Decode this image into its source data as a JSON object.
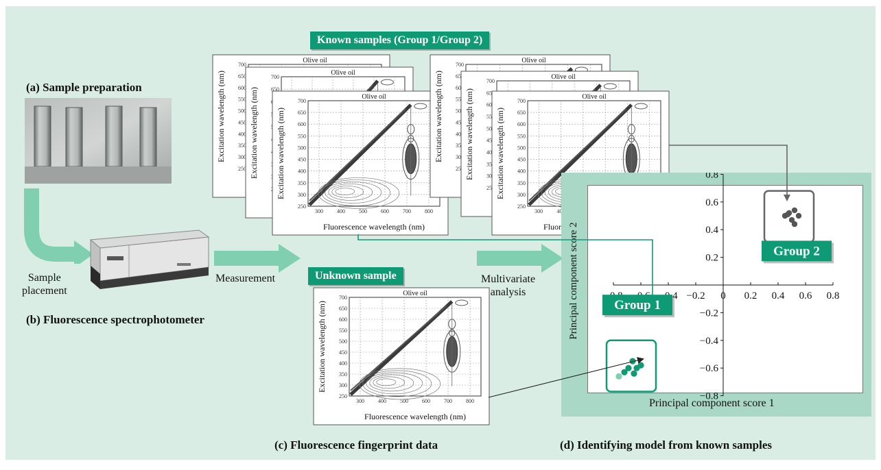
{
  "colors": {
    "background": "#d9ede4",
    "accent": "#0f9a76",
    "arrow_green": "#7fcfb0",
    "model_panel": "#a9d9c6",
    "group2_points": "#555555",
    "group1_points": "#0f9a76"
  },
  "labels": {
    "sample_preparation": "(a) Sample preparation",
    "sample_placement": "Sample\nplacement",
    "spectrophotometer": "(b) Fluorescence spectrophotometer",
    "measurement": "Measurement",
    "known_samples": "Known samples (Group 1/Group 2)",
    "unknown_sample": "Unknown sample",
    "multivariate_analysis": "Multivariate\nanalysis",
    "fingerprint_data": "(c) Fluorescence fingerprint data",
    "identifying_model": "(d) Identifying model from known samples"
  },
  "fingerprint_plot": {
    "title": "Olive oil",
    "xlabel": "Fluorescence wavelength (nm)",
    "ylabel": "Excitation wavelength (nm)",
    "x_ticks": [
      "300",
      "400",
      "500",
      "600",
      "700",
      "800"
    ],
    "y_ticks": [
      "700",
      "650",
      "600",
      "550",
      "500",
      "450",
      "400",
      "350",
      "300",
      "250"
    ]
  },
  "chart_data": {
    "type": "scatter",
    "title": "",
    "xlabel": "Principal component score 1",
    "ylabel": "Principal component score 2",
    "xlim": [
      -0.8,
      0.8
    ],
    "ylim": [
      -0.8,
      0.8
    ],
    "x_ticks": [
      "−0.8",
      "−0.6",
      "−0.4",
      "−0.2",
      "0",
      "0.2",
      "0.4",
      "0.6",
      "0.8"
    ],
    "y_ticks": [
      "0.8",
      "0.6",
      "0.4",
      "0.2",
      "0",
      "−0.2",
      "−0.4",
      "−0.6",
      "−0.8"
    ],
    "grid": false,
    "series": [
      {
        "name": "Group 2",
        "color": "#555555",
        "points": [
          [
            0.48,
            0.52
          ],
          [
            0.52,
            0.54
          ],
          [
            0.45,
            0.5
          ],
          [
            0.55,
            0.5
          ],
          [
            0.5,
            0.47
          ],
          [
            0.52,
            0.44
          ],
          [
            0.47,
            0.51
          ]
        ]
      },
      {
        "name": "Group 1",
        "color": "#0f9a76",
        "points": [
          [
            -0.66,
            -0.55
          ],
          [
            -0.63,
            -0.6
          ],
          [
            -0.69,
            -0.6
          ],
          [
            -0.6,
            -0.58
          ],
          [
            -0.65,
            -0.64
          ],
          [
            -0.72,
            -0.63
          ],
          [
            -0.76,
            -0.66
          ]
        ]
      }
    ]
  }
}
